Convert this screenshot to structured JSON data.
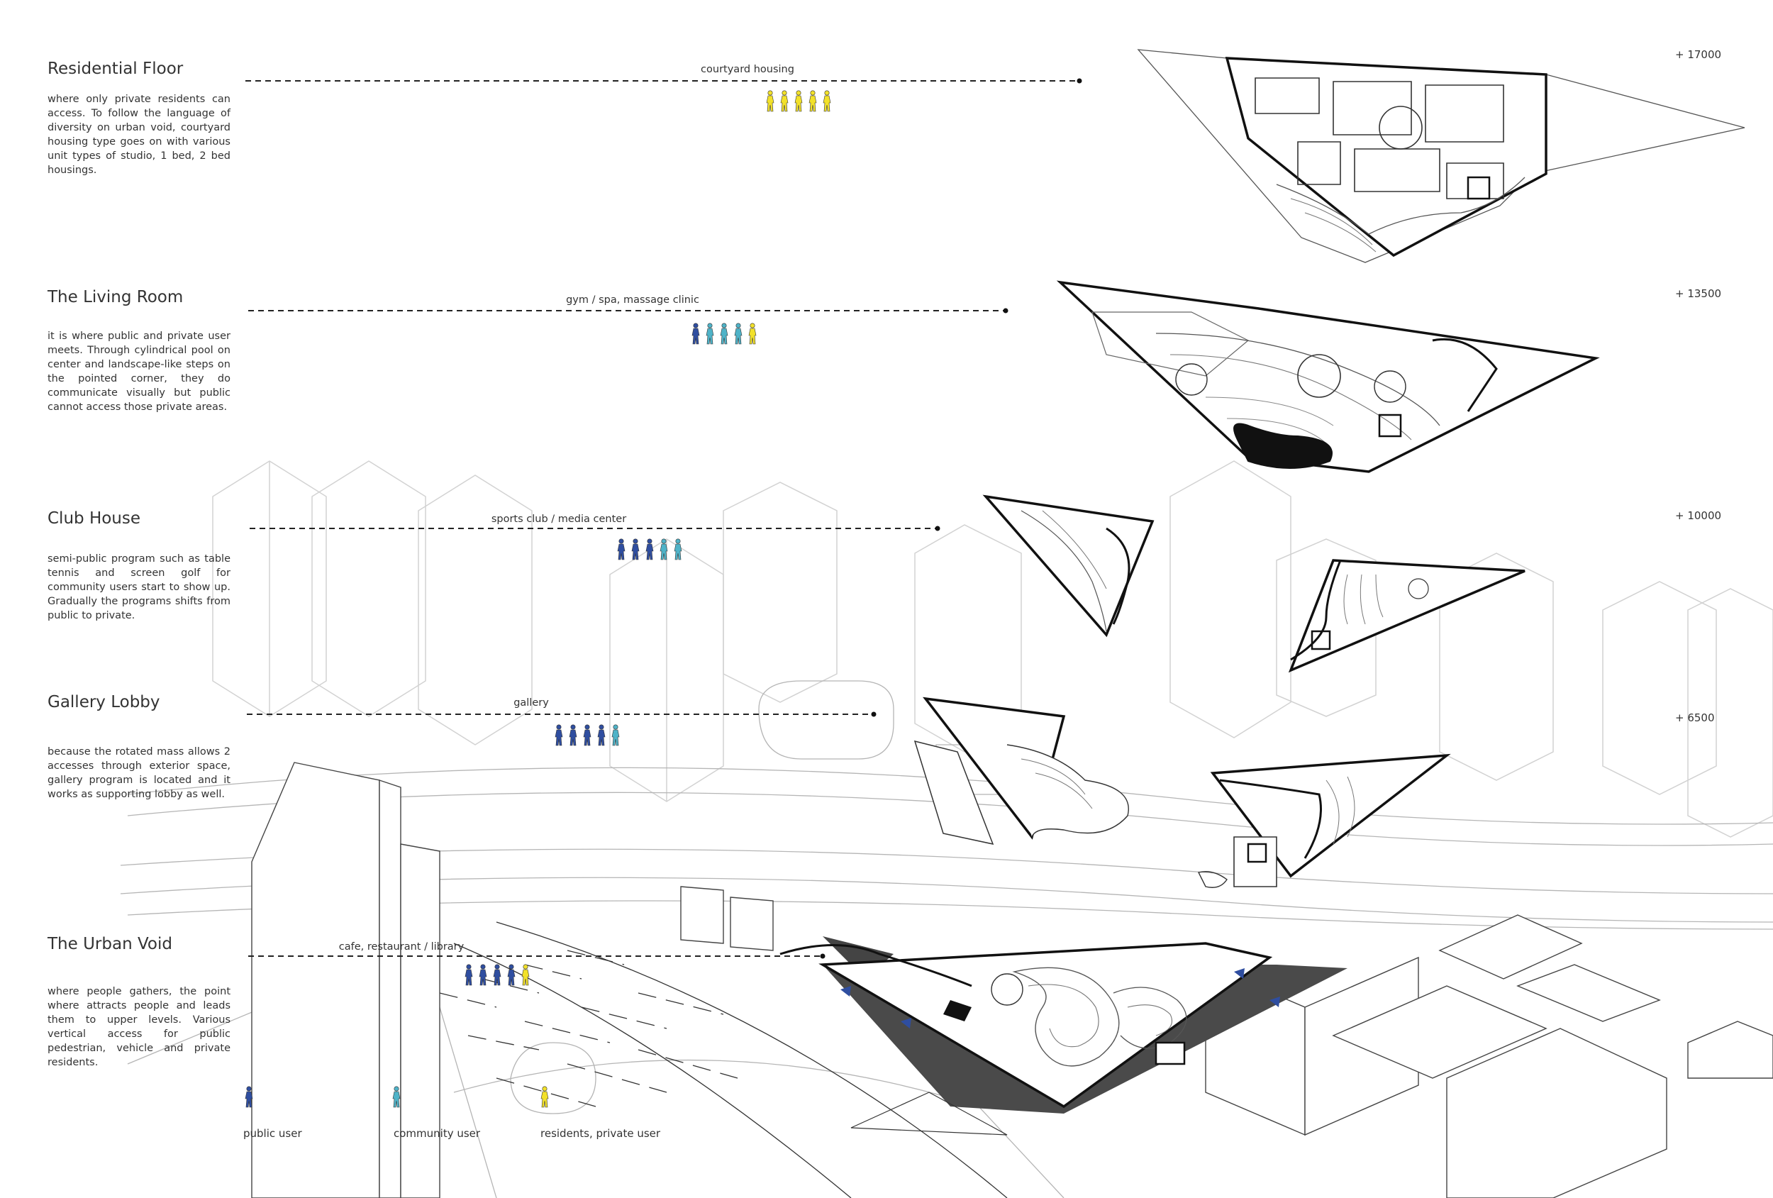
{
  "levels": [
    {
      "title": "Residential Floor",
      "desc": "where only private residents can access. To follow the language of diversity on urban void, courtyard housing type goes on with various unit types of studio, 1 bed, 2 bed housings.",
      "program": "courtyard housing",
      "elevation": "+ 17000",
      "figures": [
        "yellow",
        "yellow",
        "yellow",
        "yellow",
        "yellow"
      ]
    },
    {
      "title": "The Living Room",
      "desc": "it is where public and private user meets. Through cylindrical pool on center and landscape-like steps on the pointed corner, they do communicate visually but public cannot access those private areas.",
      "program": "gym / spa, massage clinic",
      "elevation": "+ 13500",
      "figures": [
        "blue",
        "cyan",
        "cyan",
        "cyan",
        "yellow"
      ]
    },
    {
      "title": "Club House",
      "desc": "semi-public program such as table tennis and screen golf for community users start to show up. Gradually the programs shifts from public to private.",
      "program": "sports club / media center",
      "elevation": "+ 10000",
      "figures": [
        "blue",
        "blue",
        "blue",
        "cyan",
        "cyan"
      ]
    },
    {
      "title": "Gallery Lobby",
      "desc": "because the rotated mass allows 2 accesses through exterior space, gallery program is located and it works as supporting lobby as well.",
      "program": "gallery",
      "elevation": "+ 6500",
      "figures": [
        "blue",
        "blue",
        "blue",
        "blue",
        "cyan"
      ]
    },
    {
      "title": "The Urban Void",
      "desc": "where people gathers, the point where attracts people and leads them to upper levels. Various vertical access for public pedestrian, vehicle and private residents.",
      "program": "cafe, restaurant / library",
      "elevation": "",
      "figures": [
        "blue",
        "blue",
        "blue",
        "blue",
        "yellow"
      ]
    }
  ],
  "legend": [
    {
      "label": "public user",
      "color": "blue"
    },
    {
      "label": "community user",
      "color": "cyan"
    },
    {
      "label": "residents, private user",
      "color": "yellow"
    }
  ],
  "colors": {
    "blue": "#2f4ea0",
    "cyan": "#4fb3c8",
    "yellow": "#f2e12a",
    "line": "#222222",
    "faint": "#d6d6d6"
  }
}
